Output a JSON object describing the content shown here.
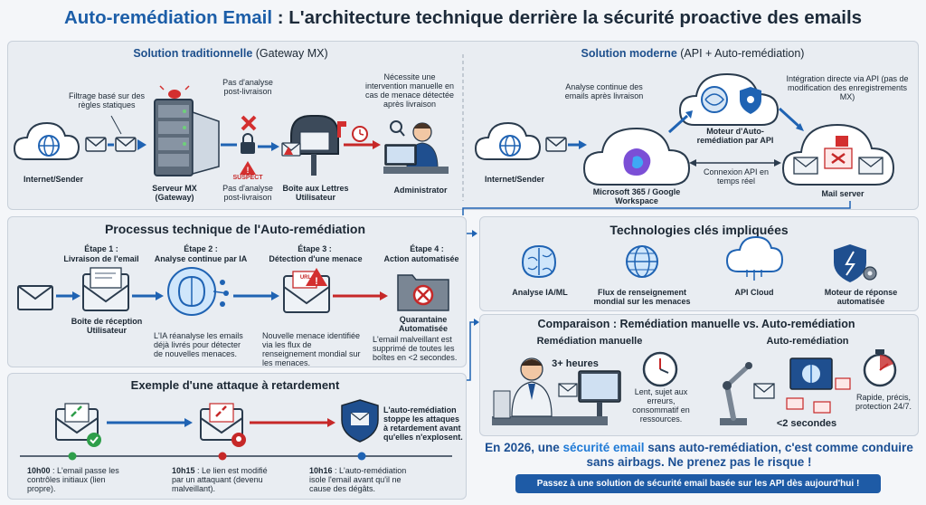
{
  "title": {
    "accent": "Auto-remédiation Email",
    "rest": " : L'architecture technique derrière la sécurité proactive des emails"
  },
  "traditional": {
    "title_bold": "Solution traditionnelle",
    "title_rest": " (Gateway MX)",
    "filter_note": "Filtrage basé sur des règles statiques",
    "no_analysis_top": "Pas d'analyse post-livraison",
    "manual_note": "Nécessite une intervention manuelle en cas de menace détectée après livraison",
    "suspect": "SUSPECT",
    "no_analysis_bottom": "Pas d'analyse post-livraison",
    "internet": "Internet/Sender",
    "gateway": "Serveur MX (Gateway)",
    "mailbox": "Boîte aux Lettres Utilisateur",
    "admin": "Administrator"
  },
  "modern": {
    "title_bold": "Solution moderne",
    "title_rest": " (API + Auto-remédiation)",
    "continuous_note": "Analyse continue des emails après livraison",
    "engine": "Moteur d'Auto-remédiation par API",
    "integration_note": "Intégration directe via API (pas de modification des enregistrements MX)",
    "internet": "Internet/Sender",
    "m365": "Microsoft 365 / Google Workspace",
    "api_conn": "Connexion API en temps réel",
    "mail_server": "Mail server"
  },
  "process": {
    "title": "Processus technique de l'Auto-remédiation",
    "steps": [
      {
        "head": "Étape 1 :",
        "name": "Livraison de l'email",
        "caption": "Boîte de réception Utilisateur",
        "desc": ""
      },
      {
        "head": "Étape 2 :",
        "name": "Analyse continue par IA",
        "caption": "",
        "desc": "L'IA réanalyse les emails déjà livrés pour détecter de nouvelles menaces."
      },
      {
        "head": "Étape 3 :",
        "name": "Détection d'une menace",
        "caption": "",
        "desc": "Nouvelle menace identifiée via les flux de renseignement mondial sur les menaces."
      },
      {
        "head": "Étape 4 :",
        "name": "Action automatisée",
        "caption": "Quarantaine Automatisée",
        "desc": "L'email malveillant est supprimé de toutes les boîtes en <2 secondes."
      }
    ],
    "url_tag": "URL"
  },
  "example": {
    "title": "Exemple d'une attaque à retardement",
    "events": [
      {
        "time": "10h00",
        "text": " : L'email passe les contrôles initiaux (lien propre)."
      },
      {
        "time": "10h15",
        "text": " : Le lien est modifié par un attaquant (devenu malveillant)."
      },
      {
        "time": "10h16",
        "text": " : L'auto-remédiation isole l'email avant qu'il ne cause des dégâts."
      }
    ],
    "note": "L'auto-remédiation stoppe les attaques à retardement avant qu'elles n'explosent."
  },
  "technologies": {
    "title": "Technologies clés impliquées",
    "items": [
      {
        "label": "Analyse IA/ML",
        "icon": "brain-icon"
      },
      {
        "label": "Flux de renseignement mondial sur les menaces",
        "icon": "globe-icon"
      },
      {
        "label": "API Cloud",
        "icon": "cloud-icon"
      },
      {
        "label": "Moteur de réponse automatisée",
        "icon": "shield-gear-icon"
      }
    ]
  },
  "comparison": {
    "title": "Comparaison : Remédiation manuelle vs. Auto-remédiation",
    "manual": {
      "title": "Remédiation manuelle",
      "time": "3+ heures",
      "desc": "Lent, sujet aux erreurs, consommatif en ressources."
    },
    "auto": {
      "title": "Auto-remédiation",
      "time": "<2 secondes",
      "desc": "Rapide, précis, protection 24/7."
    }
  },
  "closing": {
    "part1": "En 2026, une ",
    "highlight": "sécurité email",
    "part2": " sans auto-remédiation, c'est comme conduire sans airbags. Ne prenez pas le risque !"
  },
  "cta": "Passez à une solution de sécurité email basée sur les API dès aujourd'hui !",
  "colors": {
    "accent": "#1c5ea8",
    "danger": "#c62828",
    "success": "#2e9e4a",
    "panel": "#e9edf2"
  }
}
